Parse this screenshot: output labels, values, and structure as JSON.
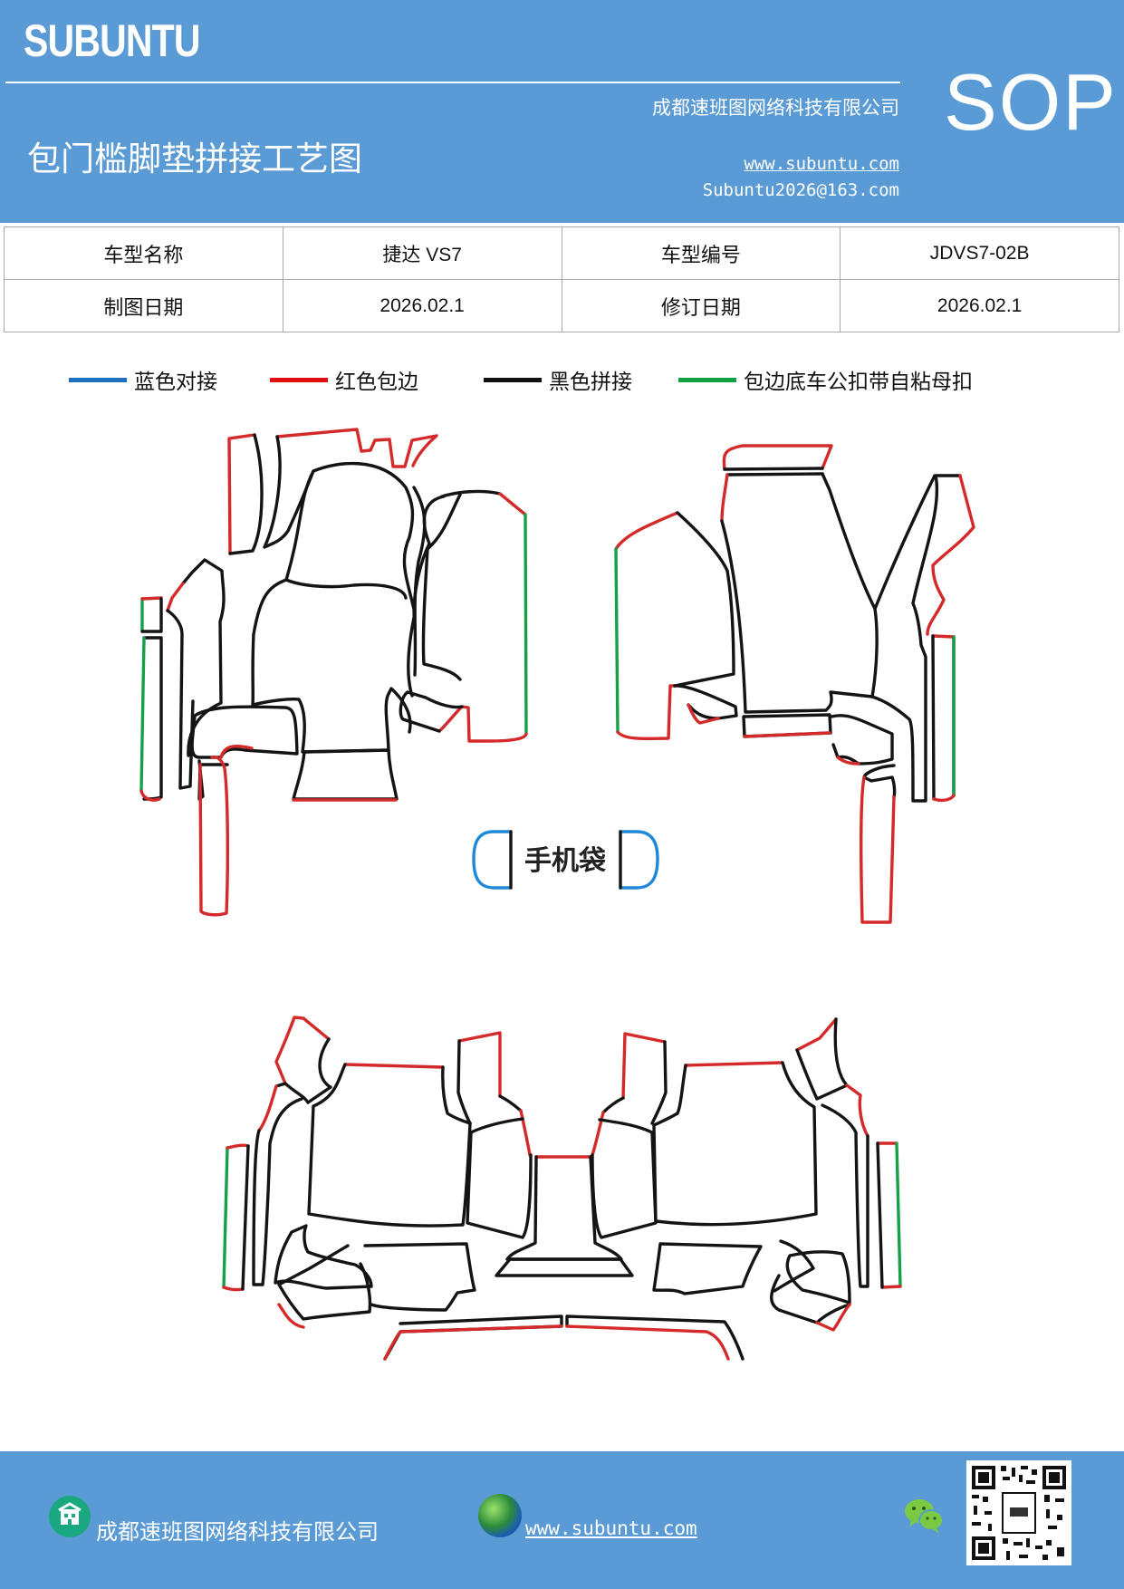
{
  "header": {
    "brand": "SUBUNTU",
    "company": "成都速班图网络科技有限公司",
    "title": "包门槛脚垫拼接工艺图",
    "url": "www.subuntu.com",
    "email": "Subuntu2026@163.com",
    "badge": "SOP",
    "background_color": "#5b9bd5"
  },
  "info_table": {
    "rows": [
      [
        {
          "text": "车型名称"
        },
        {
          "text": "捷达 VS7"
        },
        {
          "text": "车型编号"
        },
        {
          "text": "JDVS7-02B"
        }
      ],
      [
        {
          "text": "制图日期"
        },
        {
          "text": "2026.02.1"
        },
        {
          "text": "修订日期"
        },
        {
          "text": "2026.02.1"
        }
      ]
    ]
  },
  "legend": [
    {
      "label": "蓝色对接",
      "color": "#1f6fbf"
    },
    {
      "label": "红色包边",
      "color": "#e01010"
    },
    {
      "label": "黑色拼接",
      "color": "#111111"
    },
    {
      "label": "包边底车公扣带自粘母扣",
      "color": "#10a040"
    }
  ],
  "diagram": {
    "phone_pocket_label": "手机袋",
    "colors": {
      "blue": "#1f88d8",
      "red": "#d42a2a",
      "black": "#141414",
      "green": "#16a048"
    }
  },
  "footer": {
    "company": "成都速班图网络科技有限公司",
    "url": "www.subuntu.com",
    "icons": [
      "building-icon",
      "globe-icon",
      "wechat-icon",
      "qr-code"
    ]
  }
}
